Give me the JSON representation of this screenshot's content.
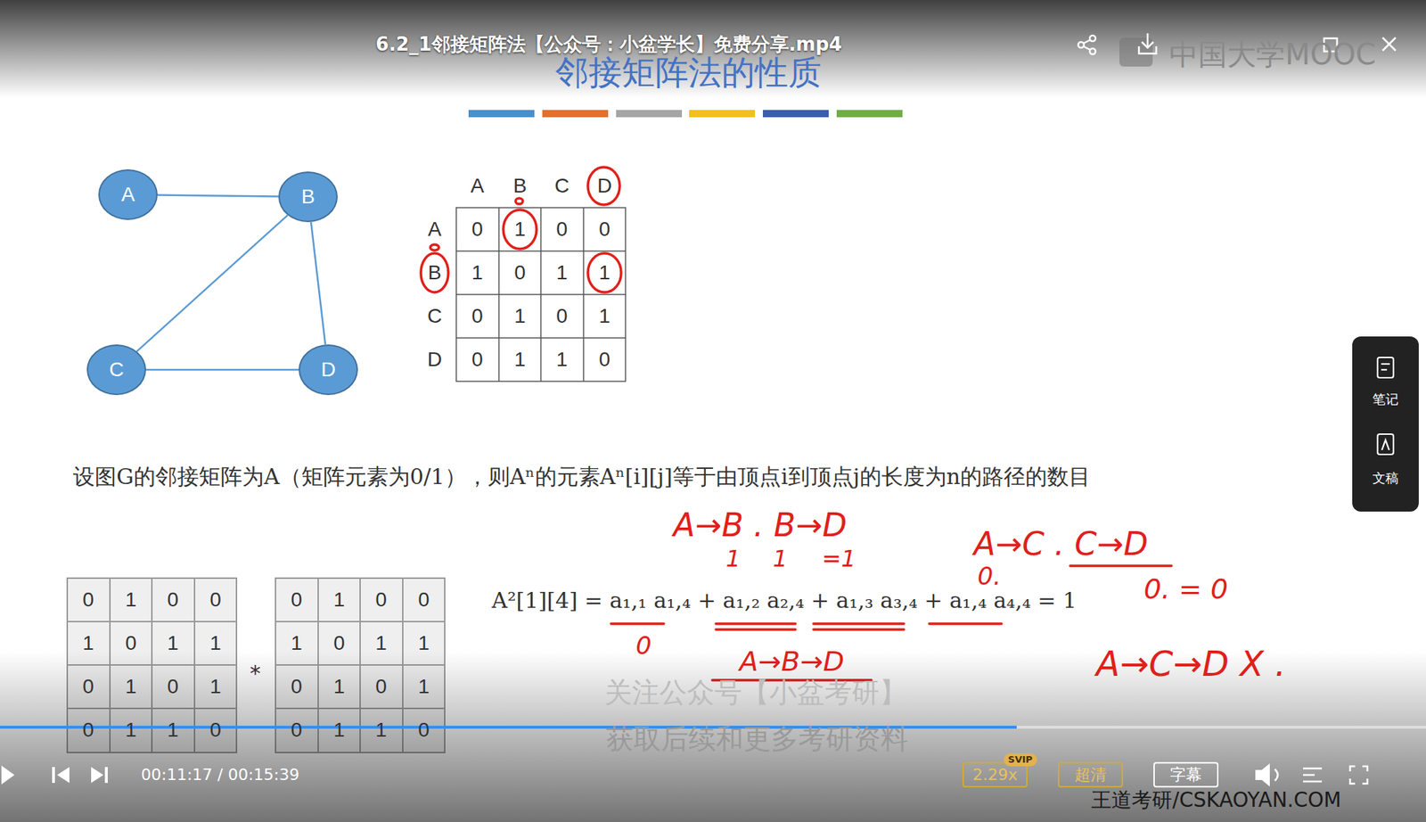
{
  "diagram": {
    "title": "邻接矩阵法的性质",
    "nodes": [
      {
        "text": [
          "A"
        ]
      },
      {
        "text": [
          "B"
        ]
      },
      {
        "text": [
          "C"
        ]
      },
      {
        "text": [
          "D"
        ]
      },
      {
        "text": [
          "笔记",
          "文稿"
        ]
      },
      {
        "text": [
          "2.29x"
        ]
      },
      {
        "text": [
          "SVIP"
        ]
      },
      {
        "text": [
          "超清"
        ]
      },
      {
        "text": [
          "字幕"
        ]
      }
    ],
    "edges": [
      {
        "from": 0,
        "to": 1,
        "arrow": "none"
      },
      {
        "from": 1,
        "to": 2,
        "arrow": "none"
      },
      {
        "from": 1,
        "to": 3,
        "arrow": "none"
      },
      {
        "from": 2,
        "to": 3,
        "arrow": "none"
      }
    ],
    "labels": [
      "6.2_1邻接矩阵法【公众号：小盆学长】免费分享.mp4",
      "中国大学MOOC",
      "A",
      "B",
      "C",
      "D",
      "A",
      "B",
      "C",
      "D",
      "0",
      "1",
      "0",
      "0",
      "1",
      "0",
      "1",
      "1",
      "0",
      "1",
      "0",
      "1",
      "0",
      "1",
      "1",
      "0",
      "设图G的邻接矩阵为A（矩阵元素为0/1），则Aⁿ的元素Aⁿ[i][j]等于由顶点i到顶点j的长度为n的路径的数目",
      "0",
      "1",
      "0",
      "0",
      "1",
      "0",
      "1",
      "1",
      "0",
      "1",
      "0",
      "1",
      "0",
      "1",
      "1",
      "0",
      "*",
      "0",
      "1",
      "0",
      "0",
      "1",
      "0",
      "1",
      "1",
      "0",
      "1",
      "0",
      "1",
      "0",
      "1",
      "1",
      "0",
      "A²[1][4] = a₁,₁ a₁,₄ + a₁,₂ a₂,₄ + a₁,₃ a₃,₄ + a₁,₄ a₄,₄ = 1",
      "A→B . B→D",
      "1",
      "1",
      "=1",
      "A→C . C→D",
      "0.",
      "0. = 0",
      "0",
      "A→B→D",
      "A→C→D X .",
      "关注公众号【小盆考研】",
      "获取后续和更多考研资料",
      "00:11:17 / 00:15:39",
      "王道考研/CSKAOYAN.COM"
    ]
  }
}
